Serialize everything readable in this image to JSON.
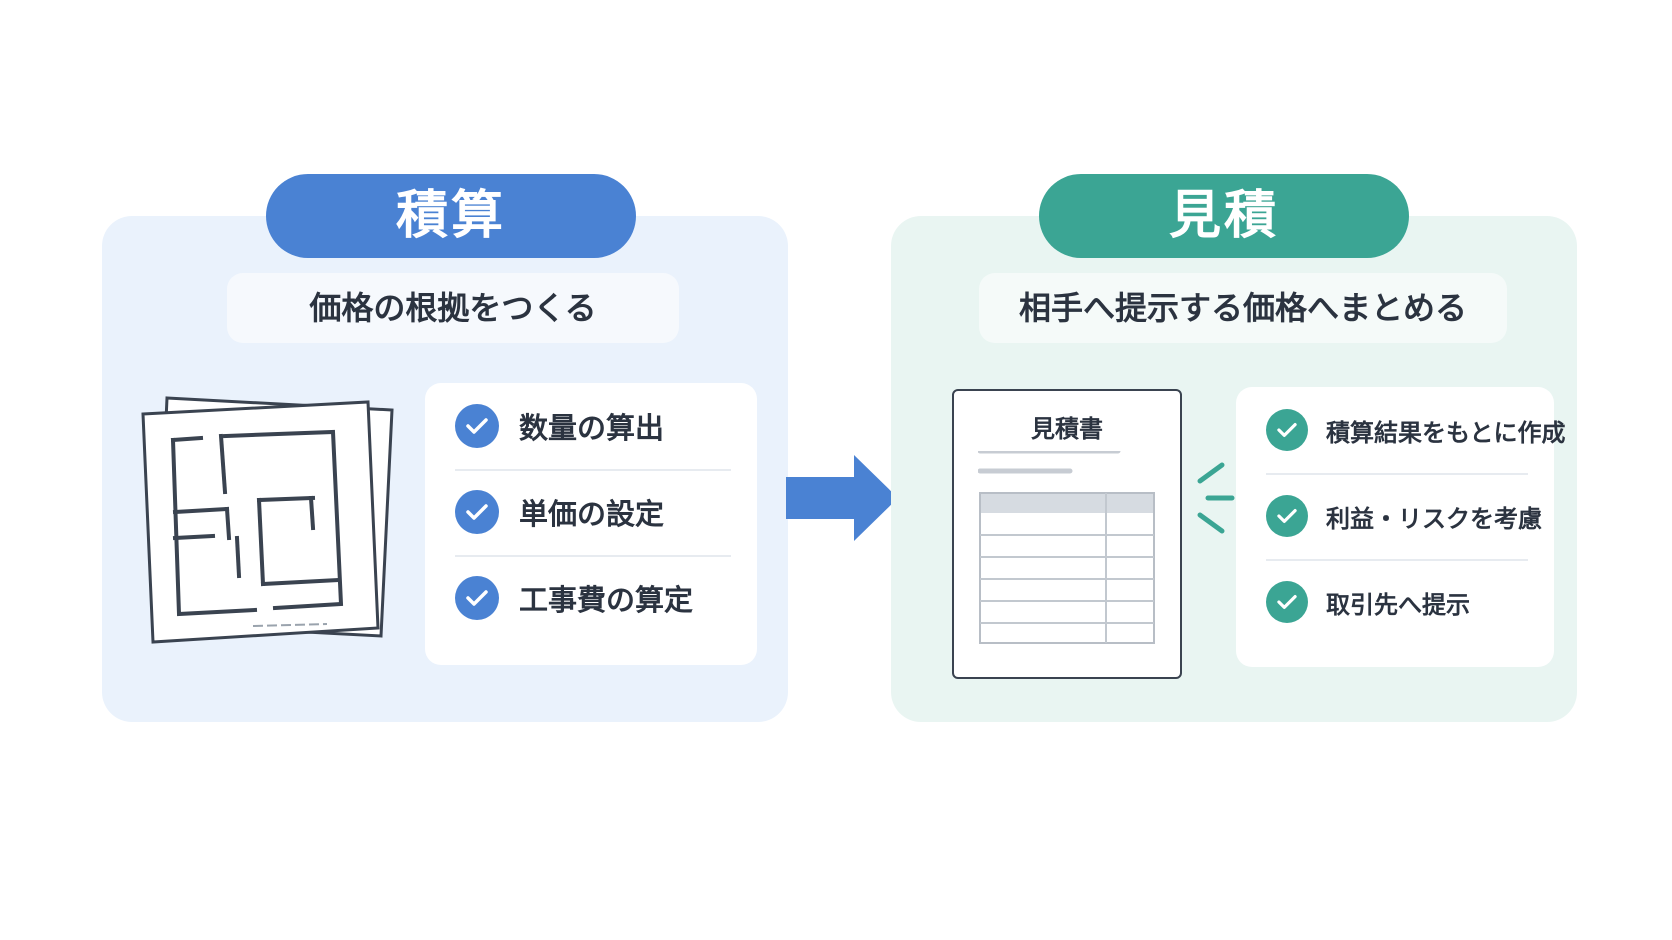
{
  "colors": {
    "blue_accent": "#4a82d3",
    "teal_accent": "#3ba594",
    "left_panel_bg": "#eaf2fc",
    "right_panel_bg": "#e9f5f2",
    "text": "#2b3340"
  },
  "left": {
    "title": "積算",
    "subtitle": "価格の根拠をつくる",
    "illustration_icon": "floor-plan-icon",
    "items": [
      {
        "label": "数量の算出"
      },
      {
        "label": "単価の設定"
      },
      {
        "label": "工事費の算定"
      }
    ]
  },
  "connector_icon": "arrow-right-icon",
  "right": {
    "title": "見積",
    "subtitle": "相手へ提示する価格へまとめる",
    "document": {
      "title": "見積書",
      "icon": "estimate-document-icon"
    },
    "items": [
      {
        "label": "積算結果をもとに作成"
      },
      {
        "label": "利益・リスクを考慮"
      },
      {
        "label": "取引先へ提示"
      }
    ]
  }
}
